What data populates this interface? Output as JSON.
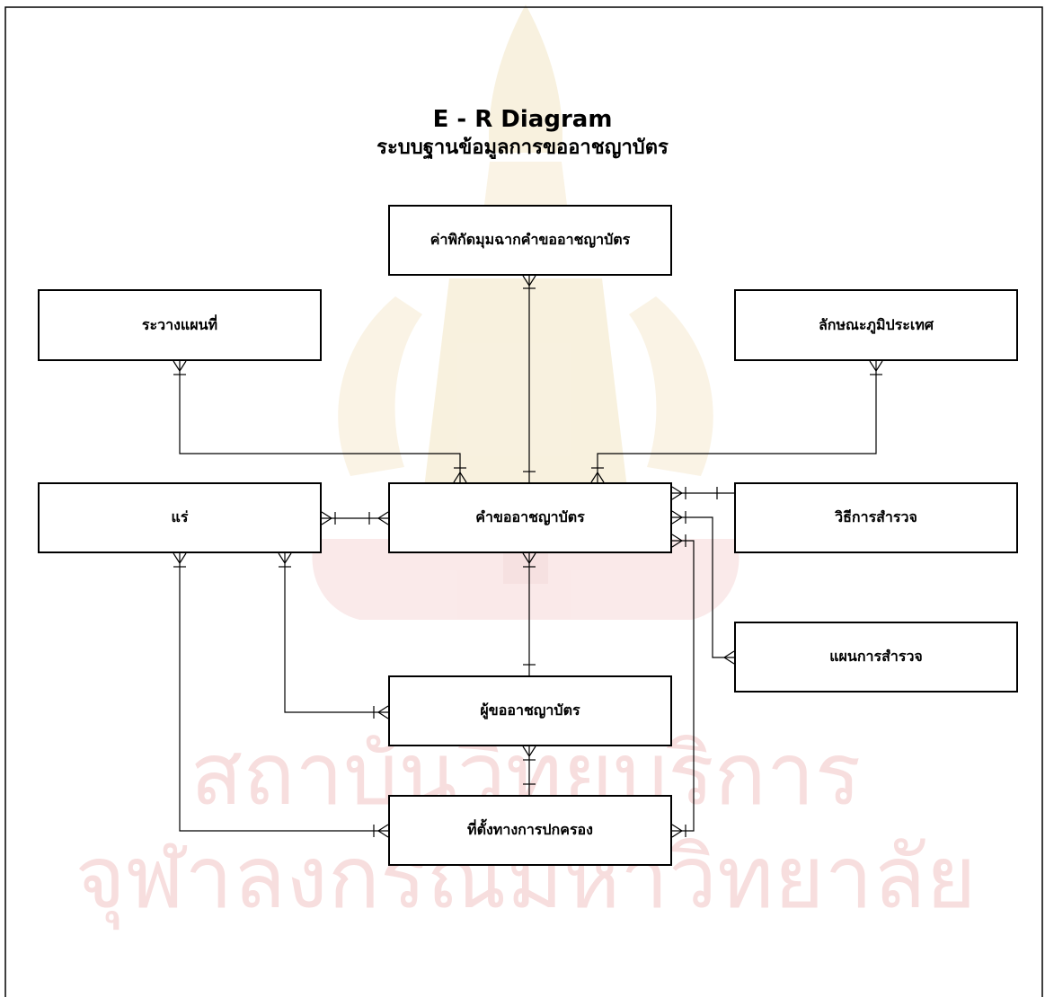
{
  "title": "E - R  Diagram",
  "subtitle": "ระบบฐานข้อมูลการขออาชญาบัตร",
  "entities": {
    "coordinate": "ค่าพิกัดมุมฉากคำขออาชญาบัตร",
    "place_map": "ระวางแผนที่",
    "terrain": "ลักษณะภูมิประเทศ",
    "mineral": "แร่",
    "request": "คำขออาชญาบัตร",
    "survey_method": "วิธีการสำรวจ",
    "survey_plan": "แผนการสำรวจ",
    "applicant": "ผู้ขออาชญาบัตร",
    "admin_location": "ที่ตั้งทางการปกครอง"
  },
  "watermark": {
    "line1": "สถาบันวิทยบริการ",
    "line2": "จุฬาลงกรณ์มหาวิทยาลัย"
  },
  "colors": {
    "line": "#000000",
    "watermark_text": "#f7dede",
    "watermark_emblem": "#f6ecd6"
  }
}
